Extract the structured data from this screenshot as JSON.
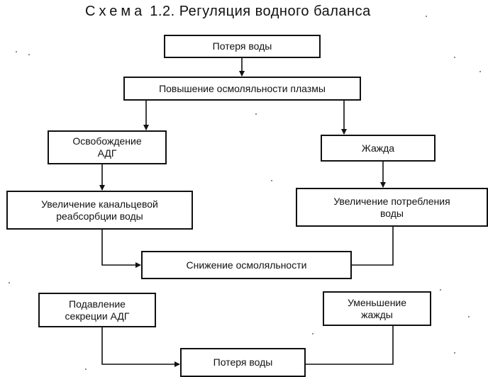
{
  "title": {
    "lead": "Схема",
    "rest": "1.2. Регуляция водного баланса"
  },
  "nodes": {
    "water_loss_top": "Потеря воды",
    "osmolality_increase": "Повышение осмоляльности плазмы",
    "adh_release_line1": "Освобождение",
    "adh_release_line2": "АДГ",
    "thirst": "Жажда",
    "reabsorption_line1": "Увеличение канальцевой",
    "reabsorption_line2": "реабсорбции воды",
    "intake_line1": "Увеличение потребления",
    "intake_line2": "воды",
    "osmolality_decrease": "Снижение осмоляльности",
    "adh_suppression_line1": "Подавление",
    "adh_suppression_line2": "секреции АДГ",
    "thirst_decrease_line1": "Уменьшение",
    "thirst_decrease_line2": "жажды",
    "water_loss_bottom": "Потеря воды"
  },
  "colors": {
    "ink": "#111111",
    "paper": "#ffffff"
  }
}
